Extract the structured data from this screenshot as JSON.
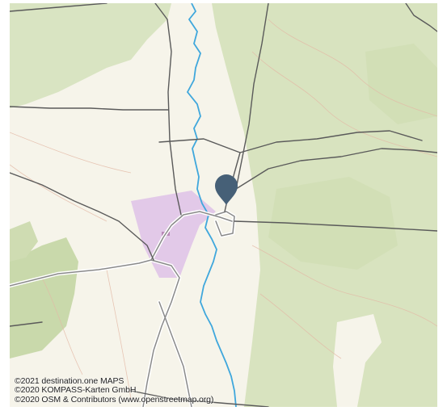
{
  "map": {
    "colors": {
      "background": "#f6f4ea",
      "forest": "#d8e3bf",
      "forest_dark": "#c5d6a8",
      "settlement": "#e2c9e8",
      "river": "#3fa7dc",
      "road": "#5a5a5a",
      "road_casing": "#ffffff",
      "marker": "#466077",
      "contour": "#e3b9a6"
    },
    "marker_icon": "map-pin-icon",
    "attribution": [
      "©2021 destination.one MAPS",
      "©2020 KOMPASS-Karten GmbH",
      "©2020 OSM & Contributors (www.openstreetmap.org)"
    ]
  }
}
